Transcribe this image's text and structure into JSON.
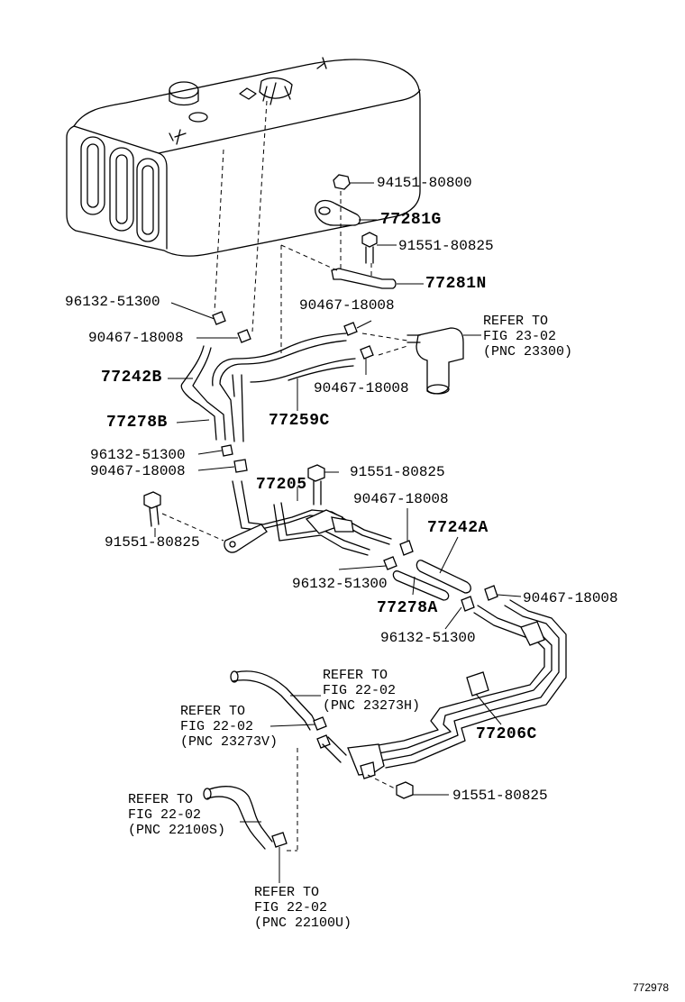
{
  "labels": {
    "n94151_80800": "94151-80800",
    "n77281G": "77281G",
    "n91551_80825_a": "91551-80825",
    "n77281N": "77281N",
    "n96132_51300_a": "96132-51300",
    "n90467_18008_a": "90467-18008",
    "n90467_18008_b": "90467-18008",
    "n77242B": "77242B",
    "n90467_18008_c": "90467-18008",
    "n77259C": "77259C",
    "n77278B": "77278B",
    "n96132_51300_b": "96132-51300",
    "n90467_18008_d": "90467-18008",
    "n77205": "77205",
    "n91551_80825_b": "91551-80825",
    "n90467_18008_e": "90467-18008",
    "n77242A": "77242A",
    "n91551_80825_c": "91551-80825",
    "n96132_51300_c": "96132-51300",
    "n90467_18008_f": "90467-18008",
    "n77278A": "77278A",
    "n96132_51300_d": "96132-51300",
    "n77206C": "77206C",
    "n91551_80825_d": "91551-80825"
  },
  "refs": {
    "ref_fig23": [
      "REFER TO",
      "FIG 23-02",
      "(PNC 23300)"
    ],
    "ref_23273H": [
      "REFER TO",
      "FIG 22-02",
      "(PNC 23273H)"
    ],
    "ref_23273V": [
      "REFER TO",
      "FIG 22-02",
      "(PNC 23273V)"
    ],
    "ref_22100S": [
      "REFER TO",
      "FIG 22-02",
      "(PNC 22100S)"
    ],
    "ref_22100U": [
      "REFER TO",
      "FIG 22-02",
      "(PNC 22100U)"
    ]
  },
  "figure_number": "772978"
}
